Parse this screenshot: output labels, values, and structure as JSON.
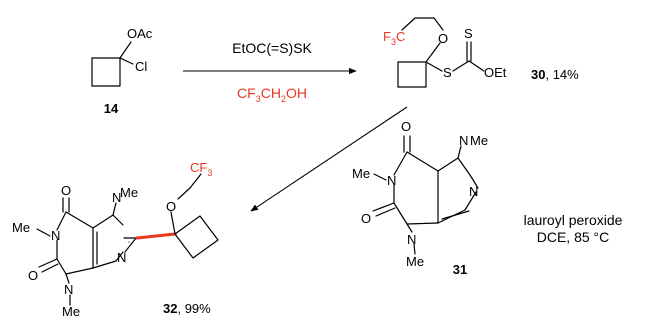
{
  "reaction": {
    "step1": {
      "reagent_top": "EtOC(=S)SK",
      "reagent_bottom": {
        "main": "CF",
        "sub1": "3",
        "mid": "CH",
        "sub2": "2",
        "end": "OH"
      }
    },
    "step2": {
      "conditions_line1": "lauroyl peroxide",
      "conditions_line2": "DCE, 85 °C"
    }
  },
  "compounds": {
    "c14": {
      "label": "14",
      "atoms": {
        "oac": "OAc",
        "cl": "Cl"
      }
    },
    "c30": {
      "label": "30",
      "yield": ", 14%",
      "atoms": {
        "f3c_main": "F",
        "f3c_sub": "3",
        "f3c_c": "C",
        "o": "O",
        "s_thione": "S",
        "s": "S",
        "oet": "OEt"
      }
    },
    "c31": {
      "label": "31",
      "atoms": {
        "o_top": "O",
        "o_left": "O",
        "me_top": "Me",
        "me_left": "Me",
        "me_bottom": "Me",
        "n1": "N",
        "n3": "N",
        "n7": "N",
        "n9": "N"
      }
    },
    "c32": {
      "label": "32",
      "yield": ", 99%",
      "atoms": {
        "cf3_main": "CF",
        "cf3_sub": "3",
        "o": "O",
        "o_top": "O",
        "o_left": "O",
        "me_top": "Me",
        "me_left": "Me",
        "me_bottom": "Me",
        "n1": "N",
        "n3": "N",
        "n7": "N",
        "n9": "N"
      }
    }
  },
  "colors": {
    "highlight": "#e8381e",
    "ink": "#000000"
  }
}
